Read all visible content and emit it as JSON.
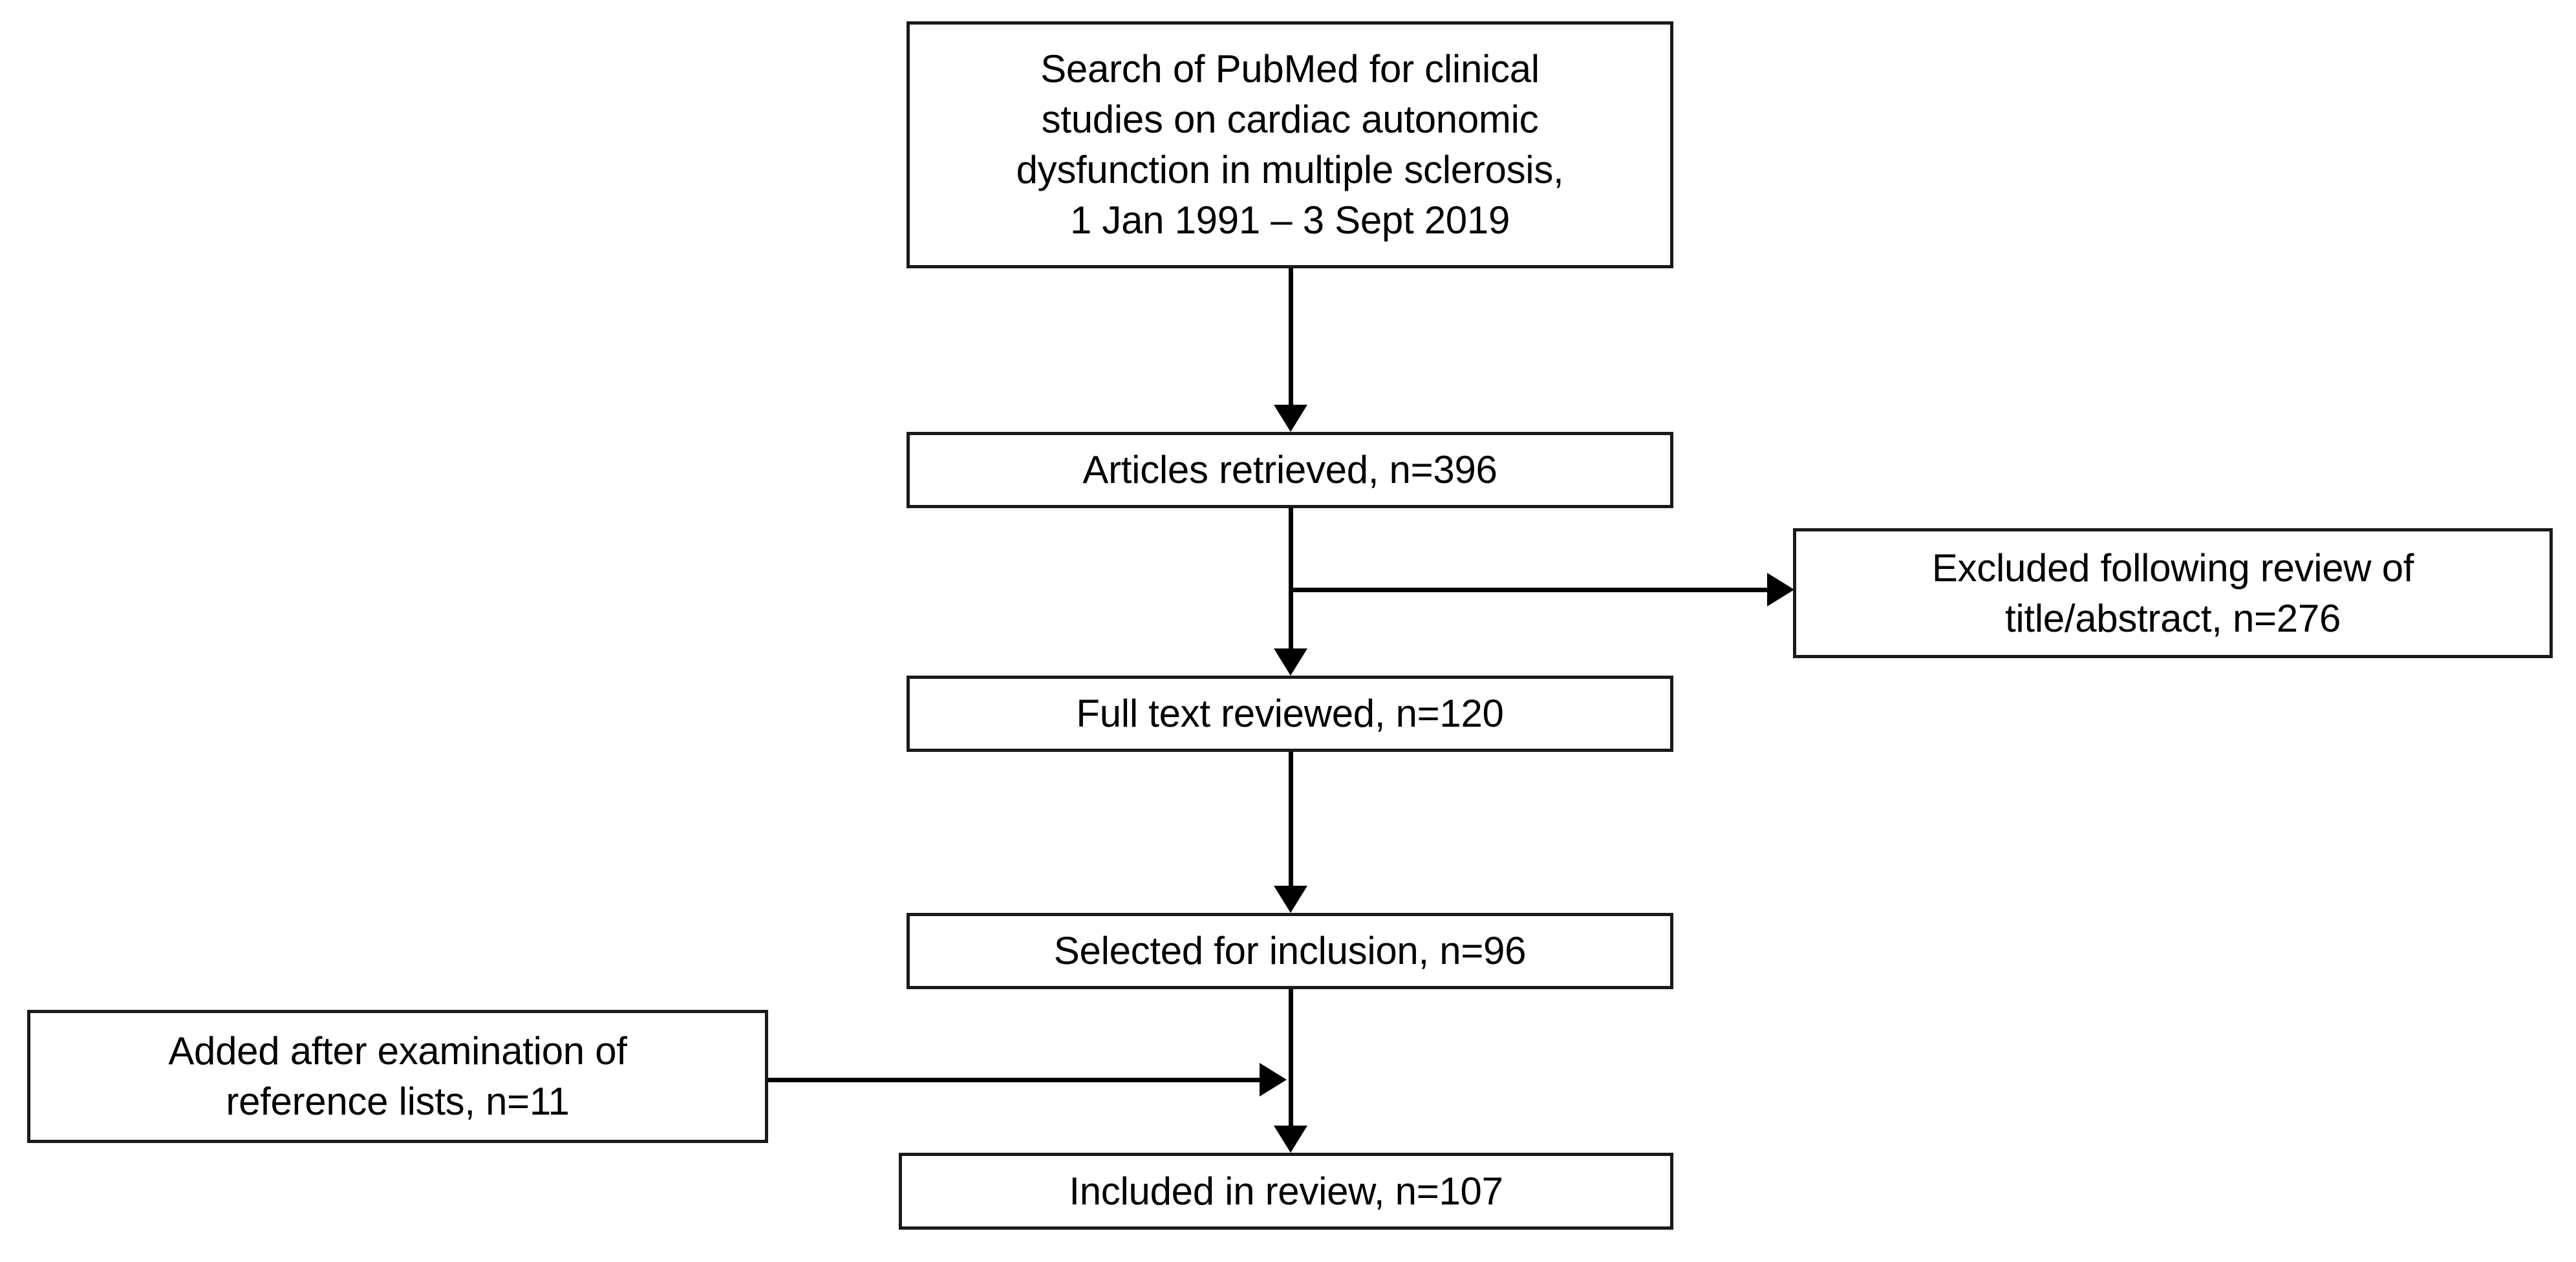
{
  "diagram": {
    "type": "flowchart",
    "orientation": "top-to-bottom",
    "background_color": "#ffffff",
    "line_color": "#000000",
    "box_border_color": "#1a1a1a",
    "box_fill_color": "#ffffff",
    "text_color": "#000000",
    "nodes": {
      "search": {
        "id": "search",
        "label": "Search of PubMed for clinical\nstudies on cardiac autonomic\ndysfunction in multiple sclerosis,\n1 Jan 1991 – 3 Sept 2019",
        "lines": [
          "Search of PubMed for clinical",
          "studies on cardiac autonomic",
          "dysfunction in multiple sclerosis,",
          "1 Jan 1991 – 3 Sept 2019"
        ],
        "count": null,
        "date_range_start": "1 Jan 1991",
        "date_range_end": "3 Sept 2019",
        "database": "PubMed"
      },
      "retrieved": {
        "id": "retrieved",
        "label": "Articles retrieved, n=396",
        "lines": [
          "Articles retrieved, n=396"
        ],
        "count": 396
      },
      "excluded": {
        "id": "excluded",
        "label": "Excluded following review of\ntitle/abstract, n=276",
        "lines": [
          "Excluded following review of",
          "title/abstract, n=276"
        ],
        "count": 276
      },
      "fulltext": {
        "id": "fulltext",
        "label": "Full text reviewed, n=120",
        "lines": [
          "Full text reviewed, n=120"
        ],
        "count": 120
      },
      "selected": {
        "id": "selected",
        "label": "Selected for inclusion, n=96",
        "lines": [
          "Selected for inclusion, n=96"
        ],
        "count": 96
      },
      "added": {
        "id": "added",
        "label": "Added after examination of\nreference lists, n=11",
        "lines": [
          "Added after examination of",
          "reference lists, n=11"
        ],
        "count": 11
      },
      "included": {
        "id": "included",
        "label": "Included in review, n=107",
        "lines": [
          "Included in review, n=107"
        ],
        "count": 107
      }
    },
    "edges": [
      {
        "id": "search-to-retrieved",
        "from": "search",
        "to": "retrieved",
        "direction": "down"
      },
      {
        "id": "retrieved-to-excluded",
        "from": "retrieved",
        "to": "excluded",
        "direction": "right"
      },
      {
        "id": "retrieved-to-fulltext",
        "from": "retrieved",
        "to": "fulltext",
        "direction": "down"
      },
      {
        "id": "fulltext-to-selected",
        "from": "fulltext",
        "to": "selected",
        "direction": "down"
      },
      {
        "id": "added-to-included",
        "from": "added",
        "to": "included",
        "direction": "right"
      },
      {
        "id": "selected-to-included",
        "from": "selected",
        "to": "included",
        "direction": "down"
      }
    ]
  }
}
